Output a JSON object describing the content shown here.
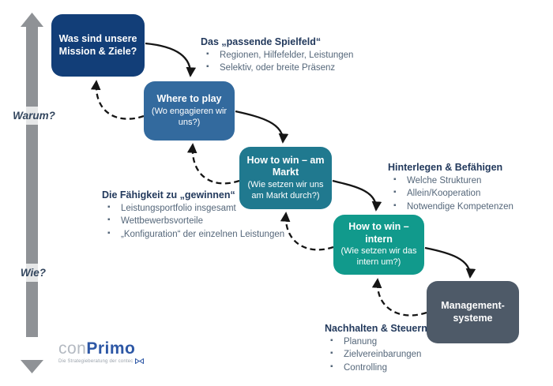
{
  "boxes": [
    {
      "id": "mission",
      "title": "Was sind unsere Mission & Ziele?",
      "subtitle": "",
      "color": "#123e78"
    },
    {
      "id": "where-to-play",
      "title": "Where to play",
      "subtitle": "(Wo engagieren wir uns?)",
      "color": "#336a9e"
    },
    {
      "id": "htw-markt",
      "title": "How to win – am Markt",
      "subtitle": "(Wie setzen wir uns am Markt durch?)",
      "color": "#20798f"
    },
    {
      "id": "htw-intern",
      "title": "How to win – intern",
      "subtitle": "(Wie setzen wir das intern um?)",
      "color": "#119a8c"
    },
    {
      "id": "mgmt",
      "title": "Management-systeme",
      "subtitle": "",
      "color": "#4e5a68"
    }
  ],
  "annotations": [
    {
      "heading": "Das „passende Spielfeld“",
      "bullets": [
        "Regionen, Hilfefelder, Leistungen",
        "Selektiv, oder breite Präsenz"
      ]
    },
    {
      "heading": "Hinterlegen & Befähigen",
      "bullets": [
        "Welche Strukturen",
        "Allein/Kooperation",
        "Notwendige Kompetenzen"
      ]
    },
    {
      "heading": "Die Fähigkeit zu „gewinnen“",
      "bullets": [
        "Leistungsportfolio insgesamt",
        "Wettbewerbsvorteile",
        "„Konfiguration“ der einzelnen Leistungen"
      ]
    },
    {
      "heading": "Nachhalten & Steuern",
      "bullets": [
        "Planung",
        "Zielvereinbarungen",
        "Controlling"
      ]
    }
  ],
  "axis": {
    "top_label": "Warum?",
    "bottom_label": "Wie?",
    "arrow_color": "#8f9296"
  },
  "logo": {
    "part1": "con",
    "part2": "Primo",
    "tagline": "Die Strategieberatung der contec",
    "brand_blue": "#2d57a5"
  },
  "colors": {
    "annotation_heading": "#22395c",
    "annotation_text": "#55677a",
    "flow_arrow": "#151515",
    "background": "#ffffff"
  }
}
